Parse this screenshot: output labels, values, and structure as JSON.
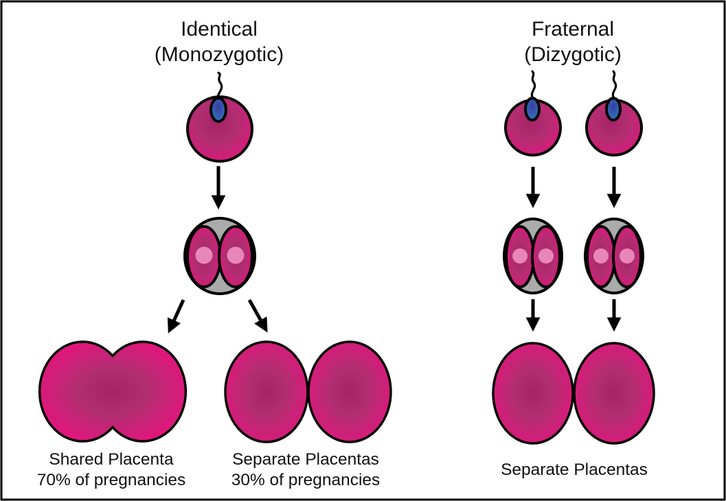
{
  "colors": {
    "background": "#FFFFFF",
    "outline": "#000000",
    "text": "#111111",
    "pink_bright": "#E8137E",
    "pink_mid": "#B12E71",
    "pink_dark": "#A62368",
    "nucleus_pink": "#E886BA",
    "embryo_gray": "#ABABAB",
    "sperm_blue_dark": "#3A3C9E",
    "sperm_blue_light": "#2E86C8"
  },
  "diagram": {
    "left": {
      "title_line1": "Identical",
      "title_line2": "(Monozygotic)",
      "outcome_shared": {
        "line1": "Shared Placenta",
        "line2": "70% of pregnancies"
      },
      "outcome_separate": {
        "line1": "Separate Placentas",
        "line2": "30% of pregnancies"
      }
    },
    "right": {
      "title_line1": "Fraternal",
      "title_line2": "(Dizygotic)",
      "outcome_separate": {
        "line1": "Separate Placentas"
      }
    }
  }
}
